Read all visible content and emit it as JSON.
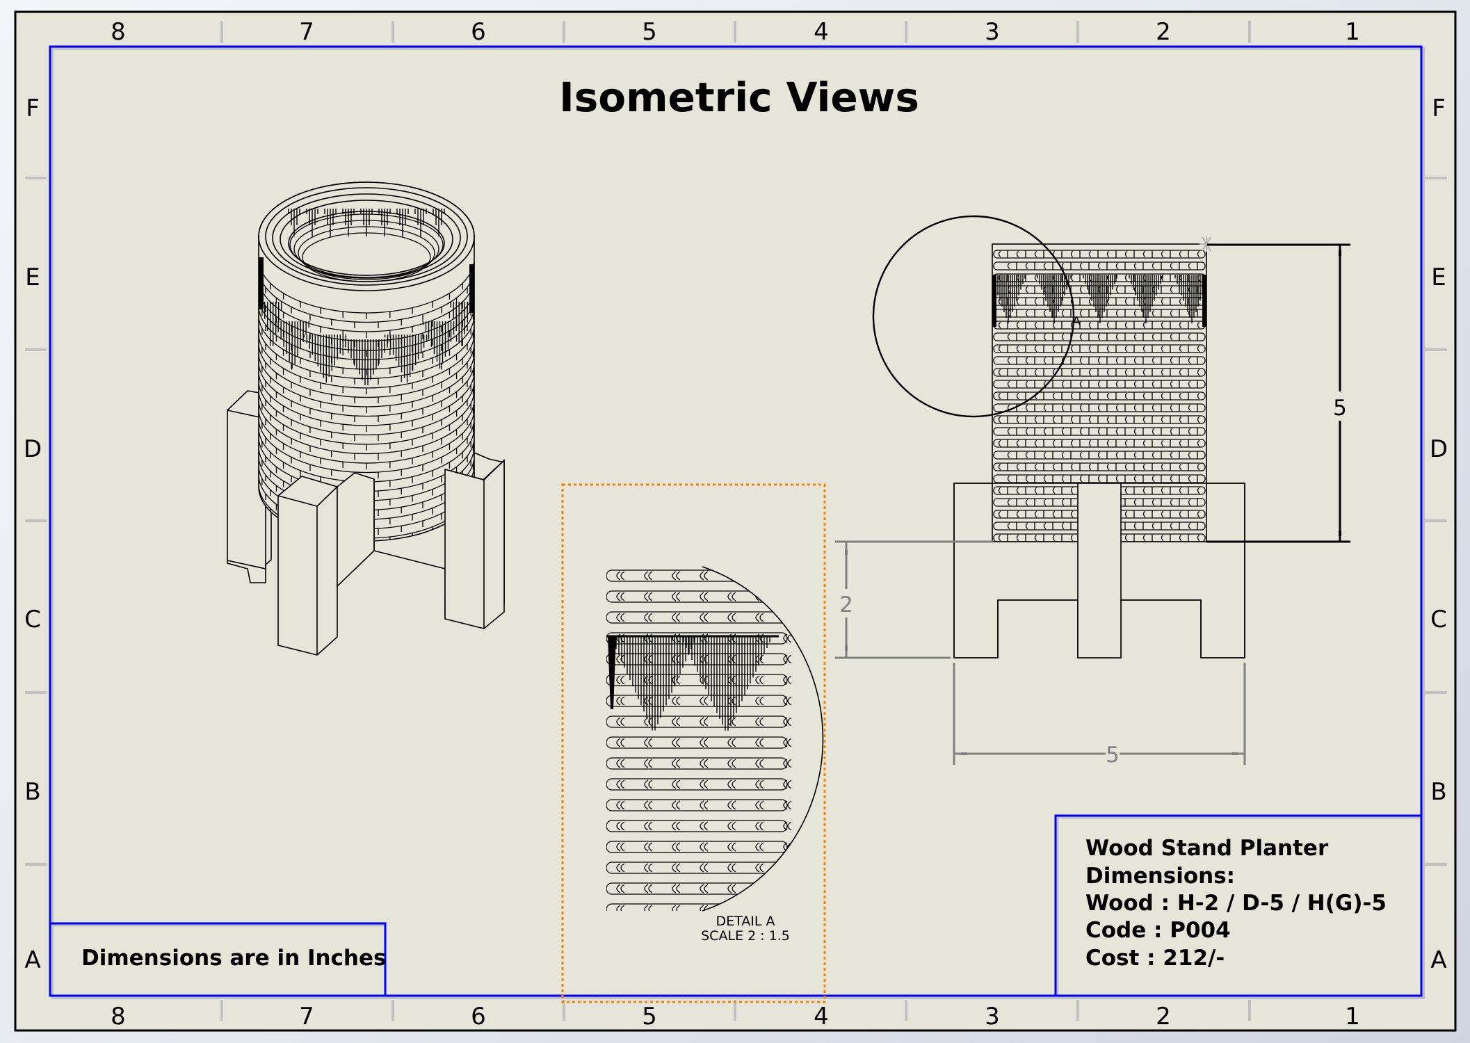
{
  "sheet": {
    "title": "Isometric Views",
    "column_labels": [
      "8",
      "7",
      "6",
      "5",
      "4",
      "3",
      "2",
      "1"
    ],
    "row_labels": [
      "F",
      "E",
      "D",
      "C",
      "B",
      "A"
    ],
    "colors": {
      "paper": "#e5e5da",
      "border": "#000000",
      "frame": "#0000ff",
      "zone_tick": "#c0c0c0",
      "detail_box": "#ff8000",
      "dimension_gray": "#808080"
    }
  },
  "views": {
    "isometric": {
      "name": "isometric-view"
    },
    "front": {
      "name": "front-view",
      "detail_callout": "A",
      "dimensions": {
        "basket_height": "5",
        "stand_height": "2",
        "stand_width": "5"
      }
    },
    "detail": {
      "label": "DETAIL A",
      "scale": "SCALE 2 : 1.5"
    }
  },
  "notes": {
    "units": "Dimensions are in Inches"
  },
  "title_block": {
    "product": "Wood Stand Planter",
    "dimensions_heading": "Dimensions:",
    "wood": "Wood : H-2 / D-5 / H(G)-5",
    "code": "Code : P004",
    "cost": "Cost : 212/-"
  }
}
